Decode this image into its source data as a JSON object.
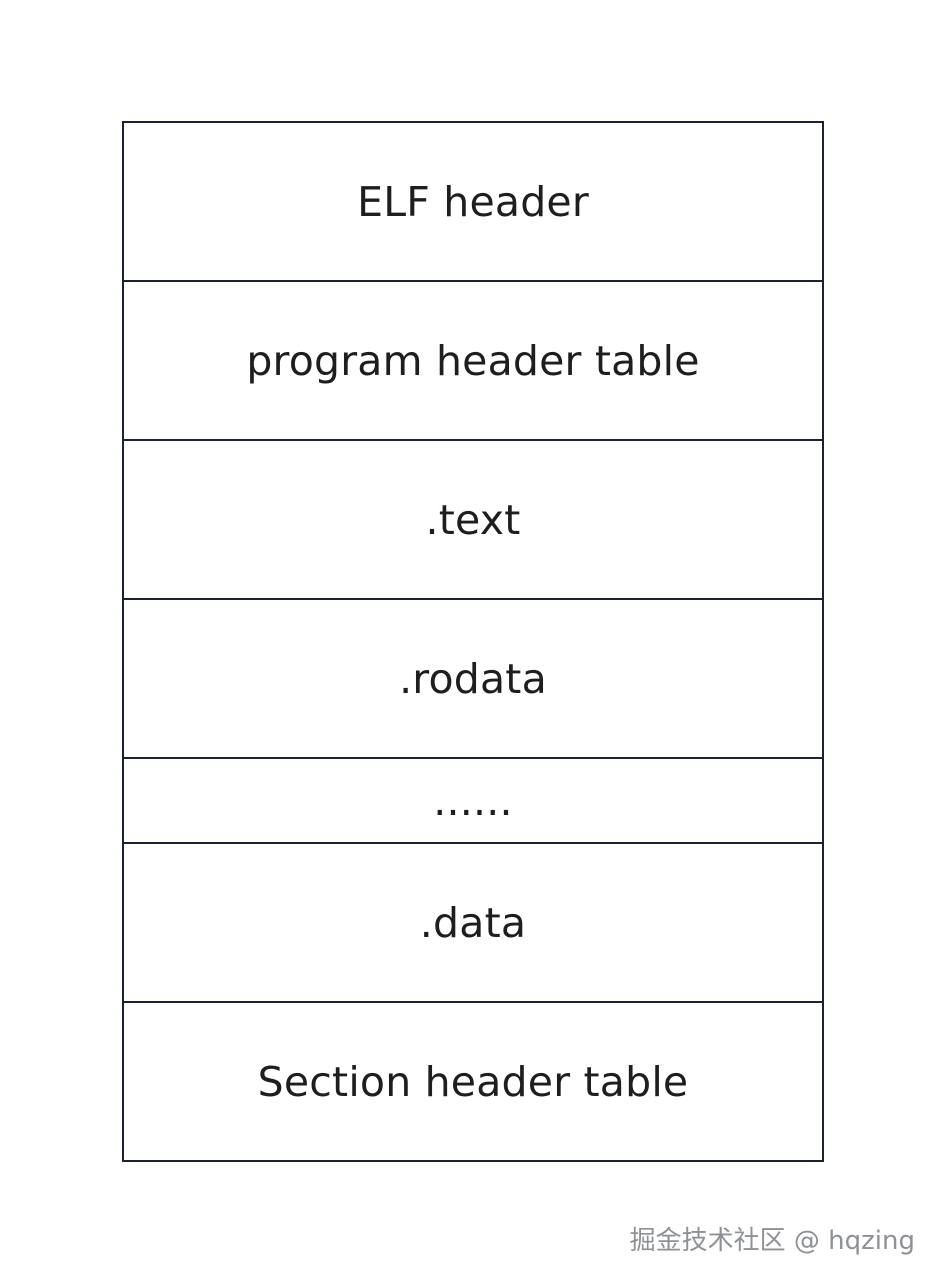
{
  "diagram": {
    "sections": [
      {
        "label": "ELF header",
        "size": "tall"
      },
      {
        "label": "program header table",
        "size": "tall"
      },
      {
        "label": ".text",
        "size": "tall"
      },
      {
        "label": ".rodata",
        "size": "tall"
      },
      {
        "label": "......",
        "size": "short"
      },
      {
        "label": ".data",
        "size": "tall"
      },
      {
        "label": "Section header table",
        "size": "tall"
      }
    ]
  },
  "watermark": {
    "text": "掘金技术社区 @ hqzing"
  }
}
